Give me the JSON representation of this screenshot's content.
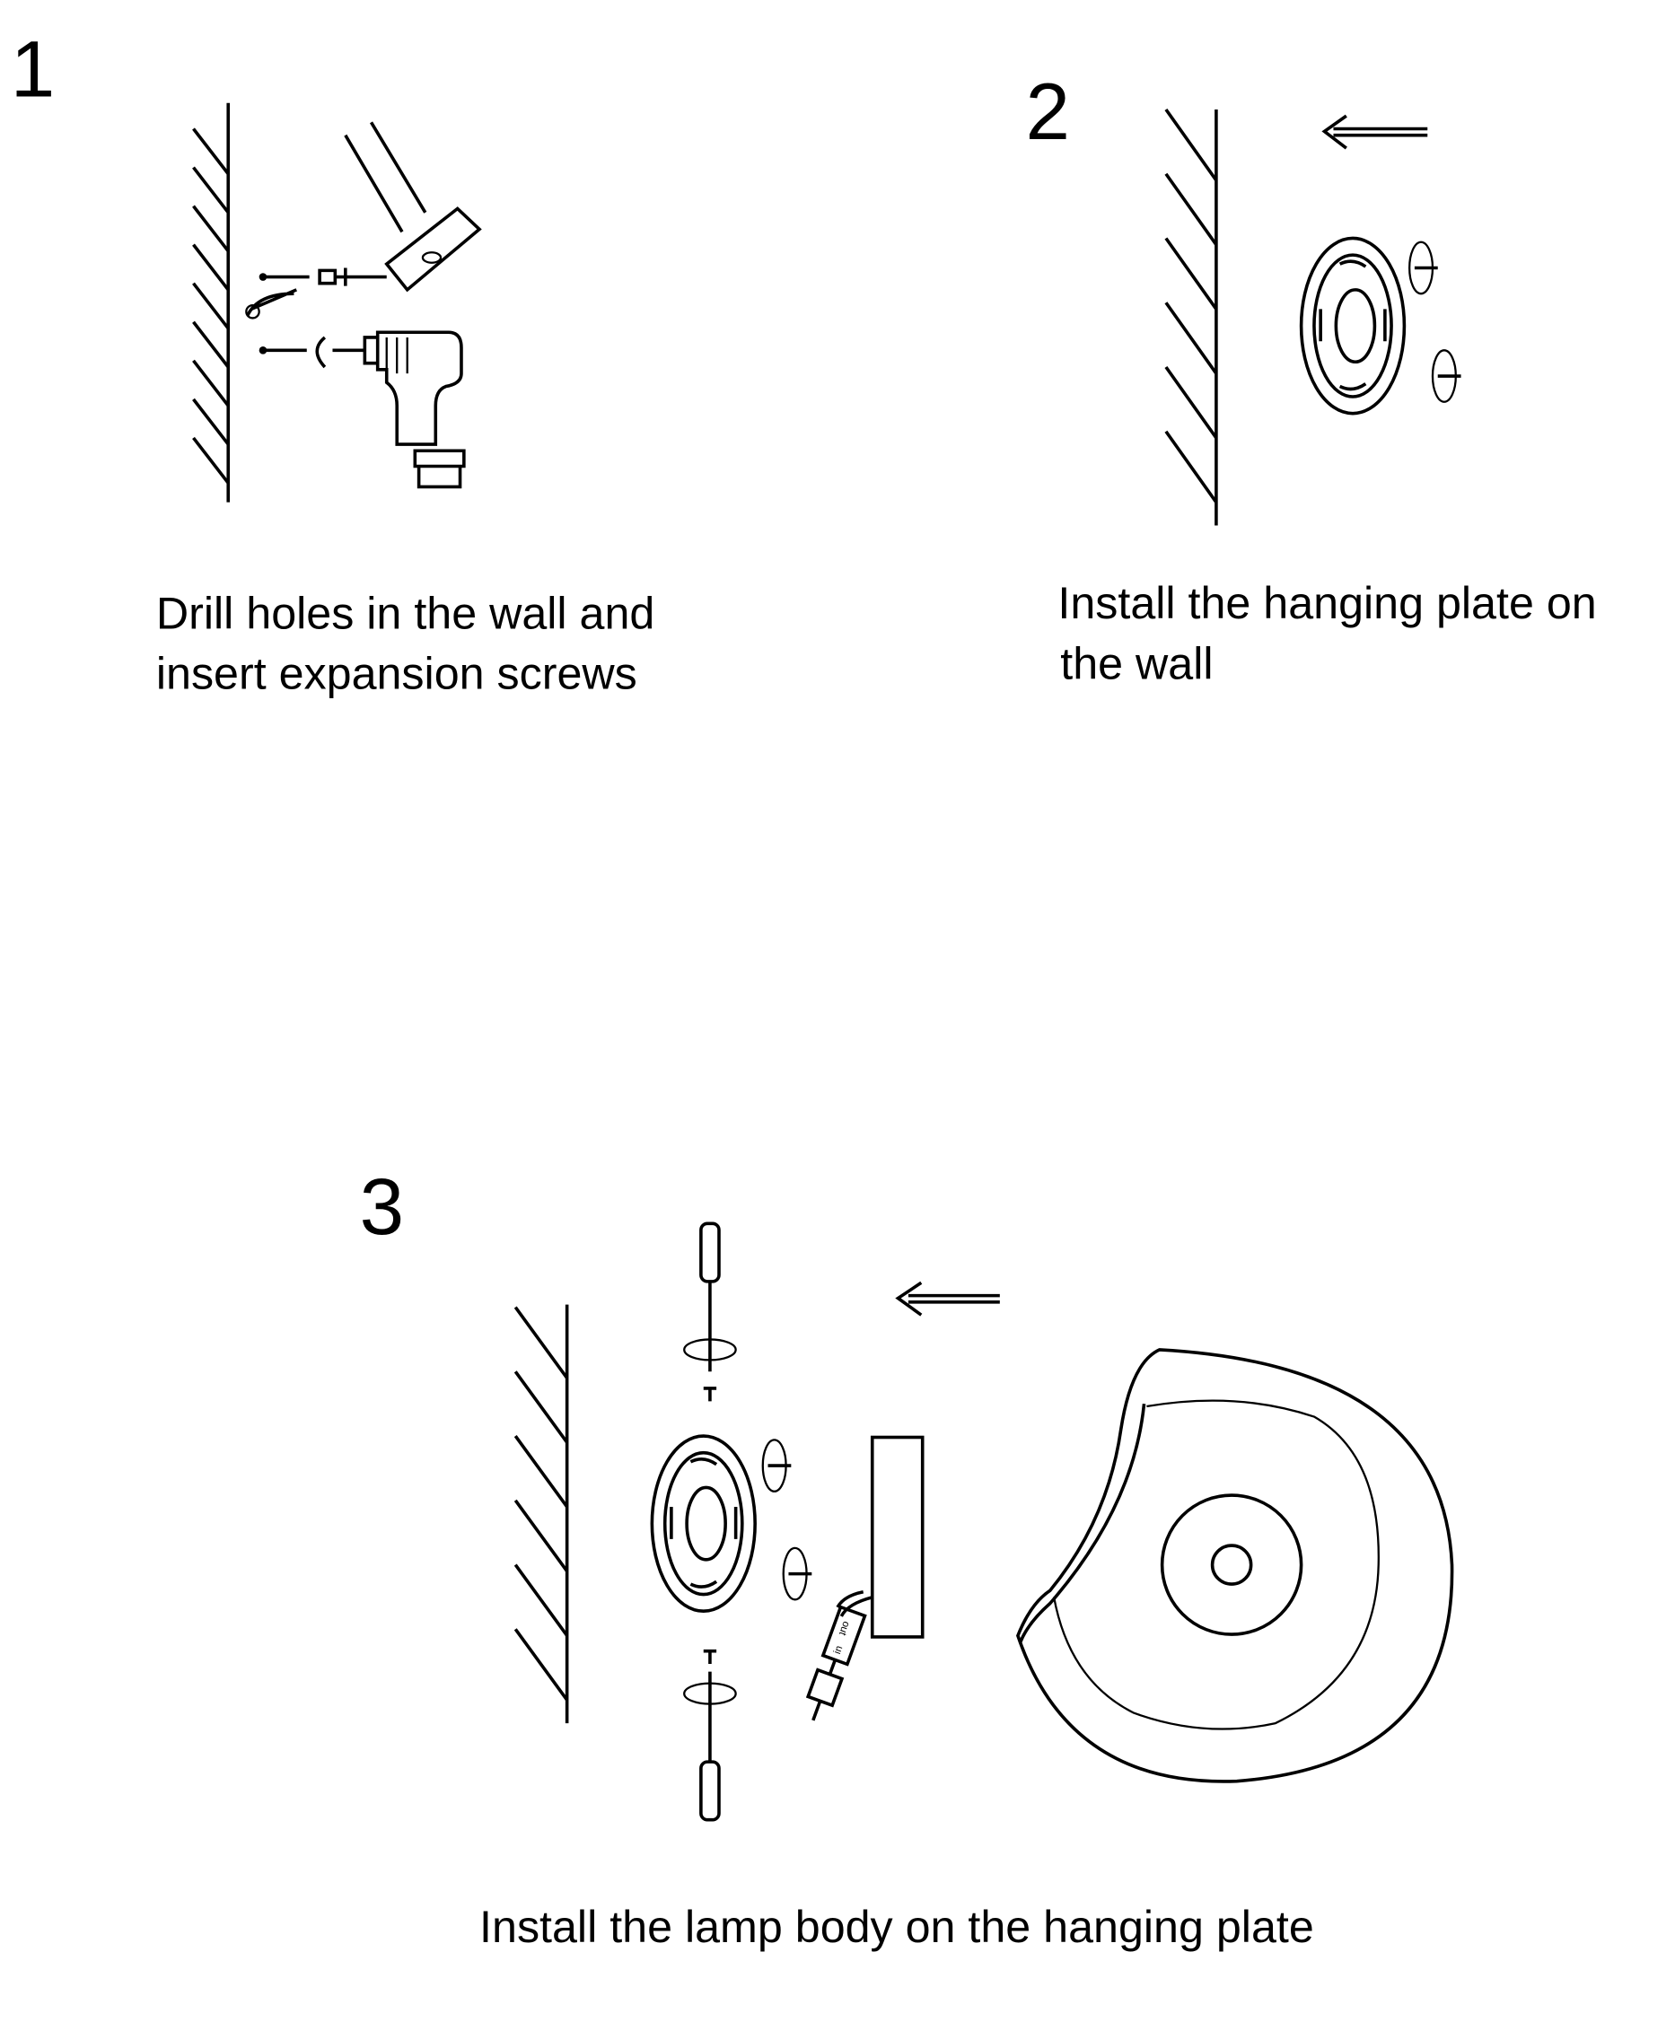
{
  "steps": [
    {
      "number": "1",
      "caption_lines": [
        "Drill holes in the wall and",
        "insert expansion screws"
      ]
    },
    {
      "number": "2",
      "caption_lines": [
        "Install the hanging plate on",
        "the wall"
      ]
    },
    {
      "number": "3",
      "caption_lines": [
        "Install the lamp body on the hanging plate"
      ],
      "connector_labels": [
        "out",
        "in"
      ]
    }
  ]
}
